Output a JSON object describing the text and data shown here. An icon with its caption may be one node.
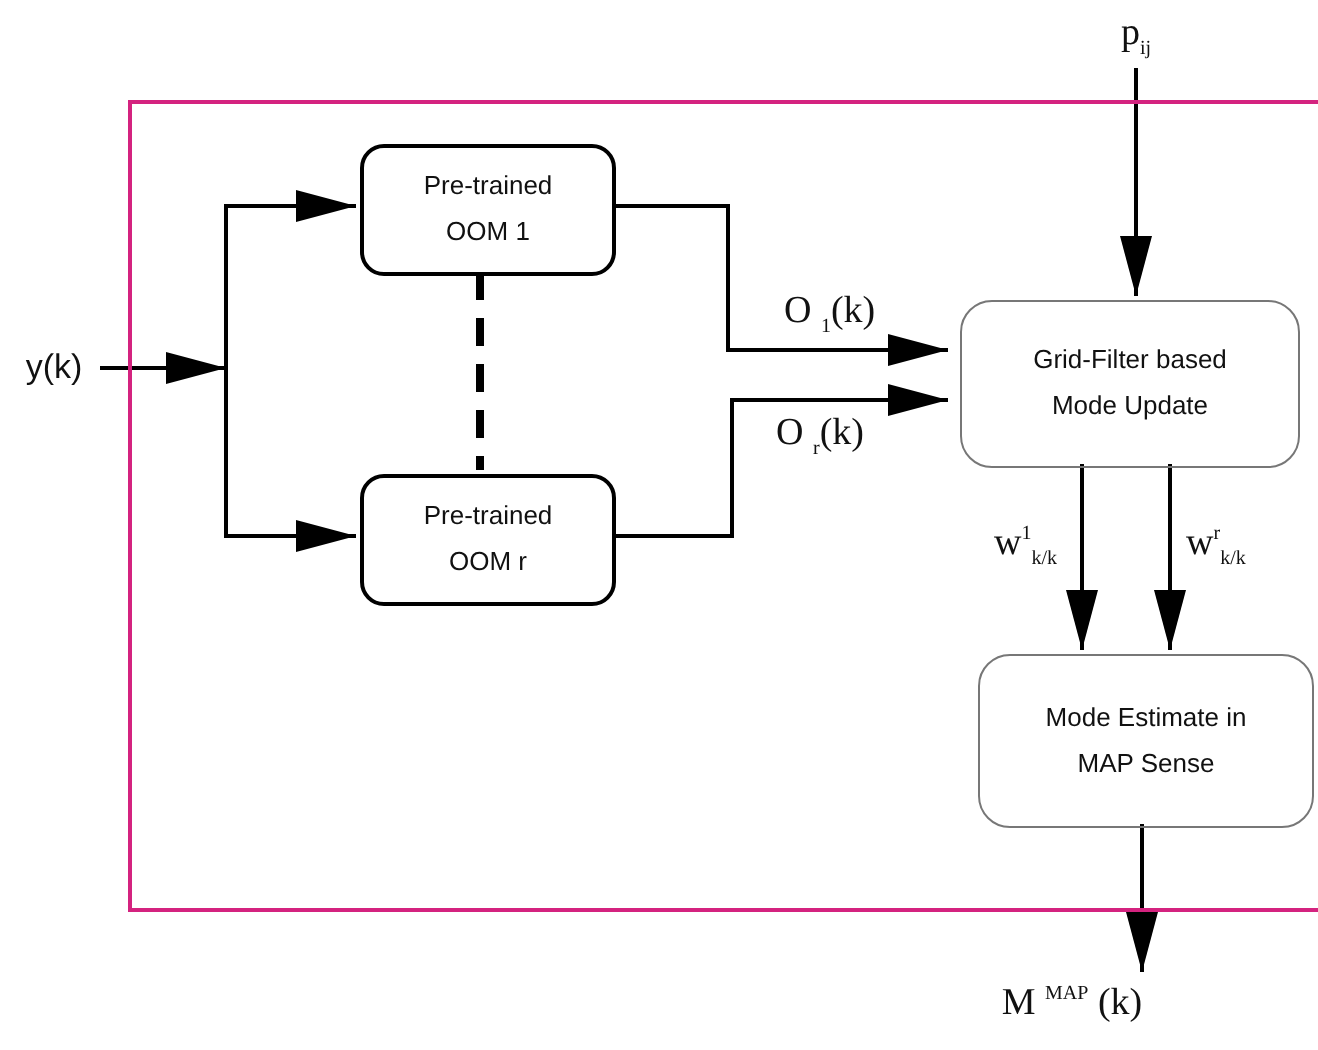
{
  "diagram": {
    "nodes": [
      {
        "text": [],
        "shape": "box"
      },
      {
        "text": [
          "y(k)"
        ]
      },
      {
        "text": [
          "Pre-trained OOM 1"
        ],
        "in": 0
      },
      {
        "text": [
          "Pre-trained OOM r"
        ],
        "in": 0
      },
      {
        "text": [
          "Grid-Filter based Mode Update"
        ],
        "in": 0
      },
      {
        "text": [
          "Mode Estimate in MAP Sense"
        ],
        "in": 0
      },
      {
        "text": [
          "p$_{ij}$"
        ]
      },
      {
        "text": [
          "M $^{MAP}$ (k)"
        ]
      }
    ],
    "edges": [
      {
        "from": 1,
        "to": 2,
        "arrow": "to"
      },
      {
        "from": 1,
        "to": 3,
        "arrow": "to"
      },
      {
        "from": 2,
        "to": 4,
        "arrow": "to",
        "label": "O $_{1}$(k)"
      },
      {
        "from": 3,
        "to": 4,
        "arrow": "to",
        "label": "O $_{r}$(k)"
      },
      {
        "from": 2,
        "to": 3,
        "arrow": "none",
        "style": "dashed"
      },
      {
        "from": 6,
        "to": 4,
        "arrow": "to"
      },
      {
        "from": 4,
        "to": 5,
        "arrow": "to",
        "label": "w$^{1}$$_{k/k}$"
      },
      {
        "from": 4,
        "to": 5,
        "arrow": "to",
        "label": "w$^{r}$$_{k/k}$"
      },
      {
        "from": 5,
        "to": 7,
        "arrow": "to"
      }
    ]
  }
}
